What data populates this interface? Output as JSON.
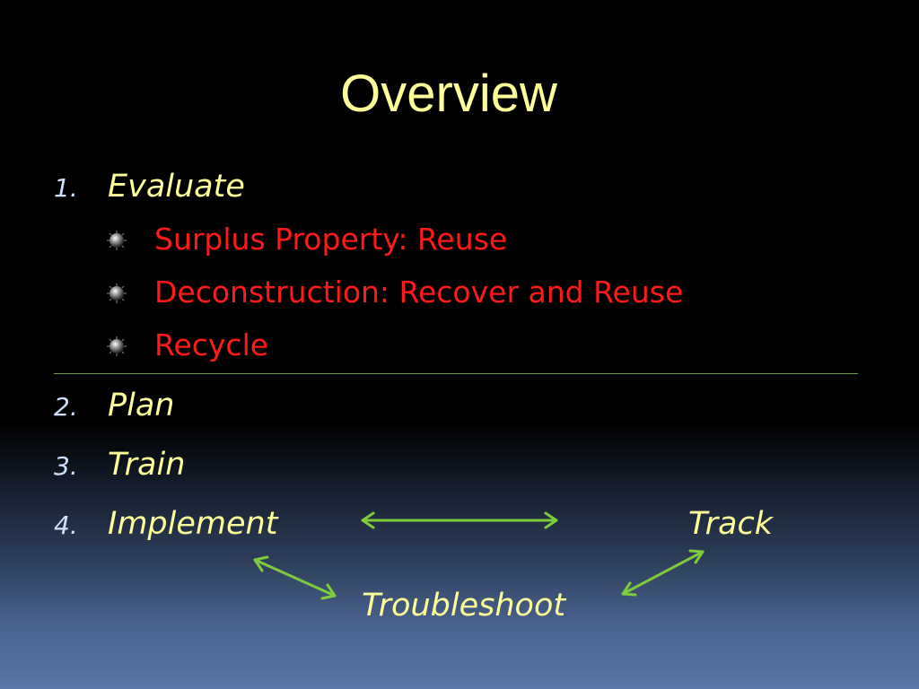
{
  "slide": {
    "title": "Overview",
    "steps": [
      {
        "number": "1.",
        "label": "Evaluate",
        "sub_items": [
          "Surplus Property:  Reuse",
          "Deconstruction:  Recover and Reuse",
          "Recycle"
        ]
      },
      {
        "number": "2.",
        "label": "Plan"
      },
      {
        "number": "3.",
        "label": "Train"
      },
      {
        "number": "4.",
        "label": "Implement"
      }
    ],
    "cycle": {
      "track": "Track",
      "troubleshoot": "Troubleshoot"
    },
    "colors": {
      "title": "#ffff99",
      "item_text": "#ffff99",
      "sub_item_text": "#ff1a1a",
      "number_text": "#cfe0ff",
      "arrow": "#7dcc3a",
      "divider": "#6e9c50"
    }
  }
}
